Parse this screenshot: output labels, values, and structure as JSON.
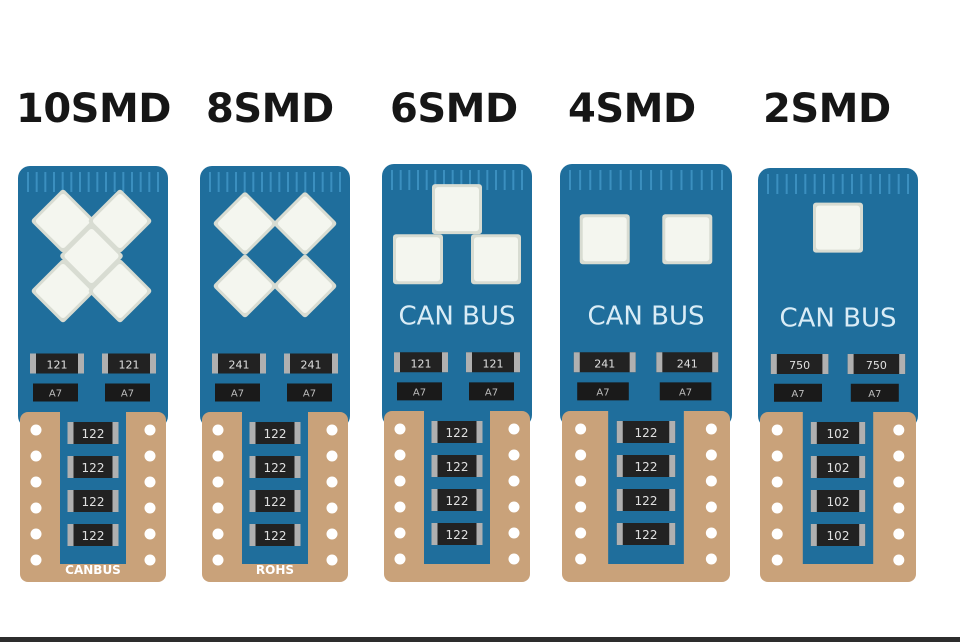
{
  "labels": [
    "10SMD",
    "8SMD",
    "6SMD",
    "4SMD",
    "2SMD"
  ],
  "boards": [
    {
      "name": "10SMD",
      "led_count": 5,
      "led_style": "diamond",
      "can_bus_label": "",
      "resistor_top": [
        "121",
        "121"
      ],
      "diode_marks": [
        "A7",
        "A7"
      ],
      "resistor_stack": [
        "122",
        "122",
        "122",
        "122"
      ],
      "silkscreen_bottom": "CANBUS"
    },
    {
      "name": "8SMD",
      "led_count": 4,
      "led_style": "diamond",
      "can_bus_label": "",
      "resistor_top": [
        "241",
        "241"
      ],
      "diode_marks": [
        "A7",
        "A7"
      ],
      "resistor_stack": [
        "122",
        "122",
        "122",
        "122"
      ],
      "silkscreen_bottom": "ROHS"
    },
    {
      "name": "6SMD",
      "led_count": 3,
      "led_style": "square",
      "can_bus_label": "CAN  BUS",
      "resistor_top": [
        "121",
        "121"
      ],
      "diode_marks": [
        "A7",
        "A7"
      ],
      "resistor_stack": [
        "122",
        "122",
        "122",
        "122"
      ],
      "silkscreen_bottom": ""
    },
    {
      "name": "4SMD",
      "led_count": 2,
      "led_style": "square",
      "can_bus_label": "CAN  BUS",
      "resistor_top": [
        "241",
        "241"
      ],
      "diode_marks": [
        "A7",
        "A7"
      ],
      "resistor_stack": [
        "122",
        "122",
        "122",
        "122"
      ],
      "silkscreen_bottom": ""
    },
    {
      "name": "2SMD",
      "led_count": 1,
      "led_style": "square",
      "can_bus_label": "CAN  BUS",
      "resistor_top": [
        "750",
        "750"
      ],
      "diode_marks": [
        "A7",
        "A7"
      ],
      "resistor_stack": [
        "102",
        "102",
        "102",
        "102"
      ],
      "silkscreen_bottom": ""
    }
  ],
  "colors": {
    "pcb_blue": "#1f6e9c",
    "pcb_trace": "#3b8fbf",
    "copper": "#c9a27a",
    "led_white": "#f4f6ef",
    "resistor_black": "#222222",
    "text_dark": "#161616"
  }
}
